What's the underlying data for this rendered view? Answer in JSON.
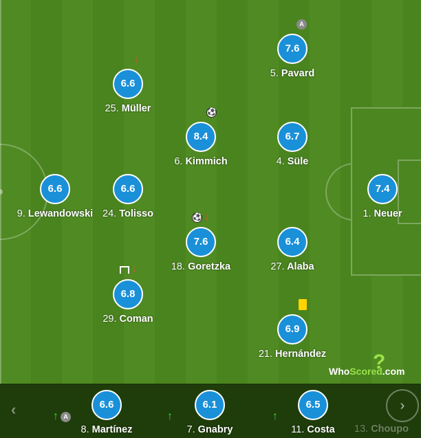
{
  "players": [
    {
      "id": "pavard",
      "rating": "7.6",
      "number": "5.",
      "name": "Pavard"
    },
    {
      "id": "muller",
      "rating": "6.6",
      "number": "25.",
      "name": "Müller"
    },
    {
      "id": "kimmich",
      "rating": "8.4",
      "number": "6.",
      "name": "Kimmich"
    },
    {
      "id": "sule",
      "rating": "6.7",
      "number": "4.",
      "name": "Süle"
    },
    {
      "id": "lewandowski",
      "rating": "6.6",
      "number": "9.",
      "name": "Lewandowski"
    },
    {
      "id": "tolisso",
      "rating": "6.6",
      "number": "24.",
      "name": "Tolisso"
    },
    {
      "id": "neuer",
      "rating": "7.4",
      "number": "1.",
      "name": "Neuer"
    },
    {
      "id": "goretzka",
      "rating": "7.6",
      "number": "18.",
      "name": "Goretzka"
    },
    {
      "id": "alaba",
      "rating": "6.4",
      "number": "27.",
      "name": "Alaba"
    },
    {
      "id": "coman",
      "rating": "6.8",
      "number": "29.",
      "name": "Coman"
    },
    {
      "id": "hernandez",
      "rating": "6.9",
      "number": "21.",
      "name": "Hernández"
    }
  ],
  "substitutes": [
    {
      "id": "martinez",
      "rating": "6.6",
      "number": "8.",
      "name": "Martínez"
    },
    {
      "id": "gnabry",
      "rating": "6.1",
      "number": "7.",
      "name": "Gnabry"
    },
    {
      "id": "costa",
      "rating": "6.5",
      "number": "11.",
      "name": "Costa"
    },
    {
      "id": "choupo",
      "number": "13.",
      "name": "Choupo"
    }
  ],
  "icons": {
    "sub_out": "↓",
    "sub_in": "↑",
    "goal": "⚽",
    "assist": "A",
    "yellow_card": "yellow-card",
    "goal_kick": "goal-kick",
    "prev": "‹",
    "next": "›"
  },
  "logo": {
    "who": "Who",
    "scored": "Scored",
    "com": ".com"
  },
  "colors": {
    "rating_circle": "#1a90d9",
    "sub_out": "#e74c3c",
    "sub_in": "#3cd13c",
    "yellow_card": "#ffd400",
    "logo_green": "#9be24a"
  }
}
